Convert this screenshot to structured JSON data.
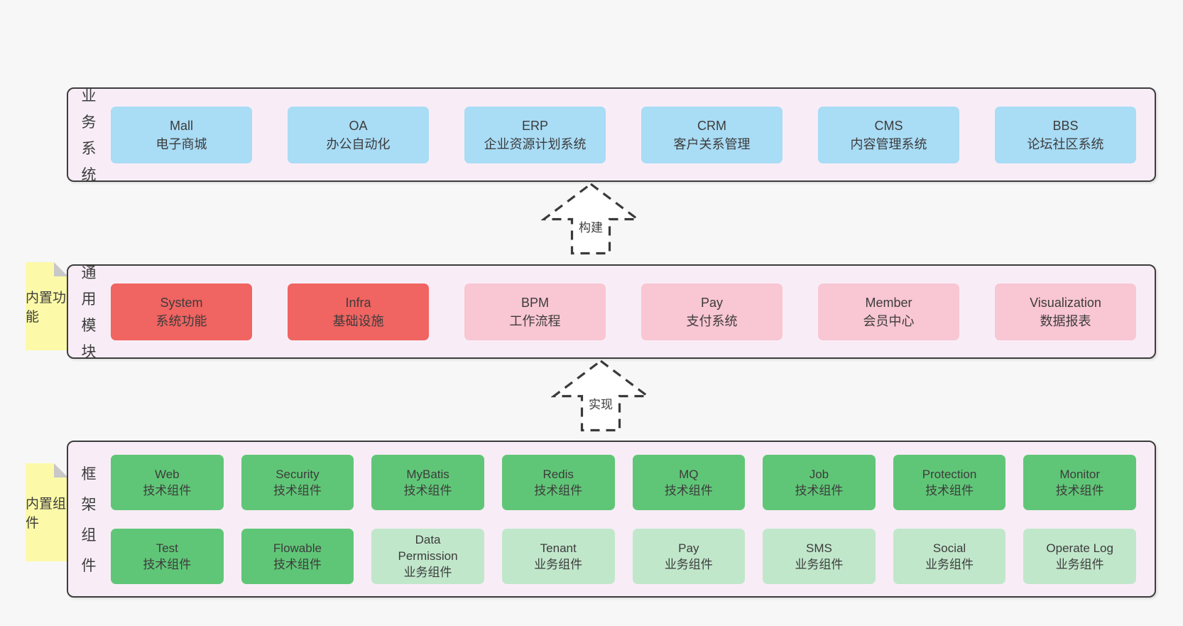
{
  "colors": {
    "blue": "#a9dcf5",
    "red": "#f06461",
    "pink": "#f9c6d3",
    "green": "#60c677",
    "lightgreen": "#c1e7cb",
    "note_bg": "#fcfaa8",
    "fold": "#c8c8c8",
    "container_bg": "#f8edf6",
    "border": "#3d3d3d"
  },
  "sections": [
    {
      "id": "business-systems",
      "label": "业务系统",
      "note": null,
      "rows": [
        [
          {
            "name": "Mall",
            "desc": "电子商城",
            "type": "blue"
          },
          {
            "name": "OA",
            "desc": "办公自动化",
            "type": "blue"
          },
          {
            "name": "ERP",
            "desc": "企业资源计划系统",
            "type": "blue"
          },
          {
            "name": "CRM",
            "desc": "客户关系管理",
            "type": "blue"
          },
          {
            "name": "CMS",
            "desc": "内容管理系统",
            "type": "blue"
          },
          {
            "name": "BBS",
            "desc": "论坛社区系统",
            "type": "blue"
          }
        ]
      ]
    },
    {
      "id": "common-modules",
      "label": "通用模块",
      "note": "内置功能",
      "rows": [
        [
          {
            "name": "System",
            "desc": "系统功能",
            "type": "red"
          },
          {
            "name": "Infra",
            "desc": "基础设施",
            "type": "red"
          },
          {
            "name": "BPM",
            "desc": "工作流程",
            "type": "pink"
          },
          {
            "name": "Pay",
            "desc": "支付系统",
            "type": "pink"
          },
          {
            "name": "Member",
            "desc": "会员中心",
            "type": "pink"
          },
          {
            "name": "Visualization",
            "desc": "数据报表",
            "type": "pink"
          }
        ]
      ]
    },
    {
      "id": "framework-components",
      "label": "框架组件",
      "note": "内置组件",
      "rows": [
        [
          {
            "name": "Web",
            "desc": "技术组件",
            "type": "green"
          },
          {
            "name": "Security",
            "desc": "技术组件",
            "type": "green"
          },
          {
            "name": "MyBatis",
            "desc": "技术组件",
            "type": "green"
          },
          {
            "name": "Redis",
            "desc": "技术组件",
            "type": "green"
          },
          {
            "name": "MQ",
            "desc": "技术组件",
            "type": "green"
          },
          {
            "name": "Job",
            "desc": "技术组件",
            "type": "green"
          },
          {
            "name": "Protection",
            "desc": "技术组件",
            "type": "green"
          },
          {
            "name": "Monitor",
            "desc": "技术组件",
            "type": "green"
          }
        ],
        [
          {
            "name": "Test",
            "desc": "技术组件",
            "type": "green"
          },
          {
            "name": "Flowable",
            "desc": "技术组件",
            "type": "green"
          },
          {
            "name": "Data\nPermission",
            "desc": "业务组件",
            "type": "lightgreen"
          },
          {
            "name": "Tenant",
            "desc": "业务组件",
            "type": "lightgreen"
          },
          {
            "name": "Pay",
            "desc": "业务组件",
            "type": "lightgreen"
          },
          {
            "name": "SMS",
            "desc": "业务组件",
            "type": "lightgreen"
          },
          {
            "name": "Social",
            "desc": "业务组件",
            "type": "lightgreen"
          },
          {
            "name": "Operate Log",
            "desc": "业务组件",
            "type": "lightgreen"
          }
        ]
      ]
    }
  ],
  "arrows": [
    {
      "label": "构建"
    },
    {
      "label": "实现"
    }
  ]
}
